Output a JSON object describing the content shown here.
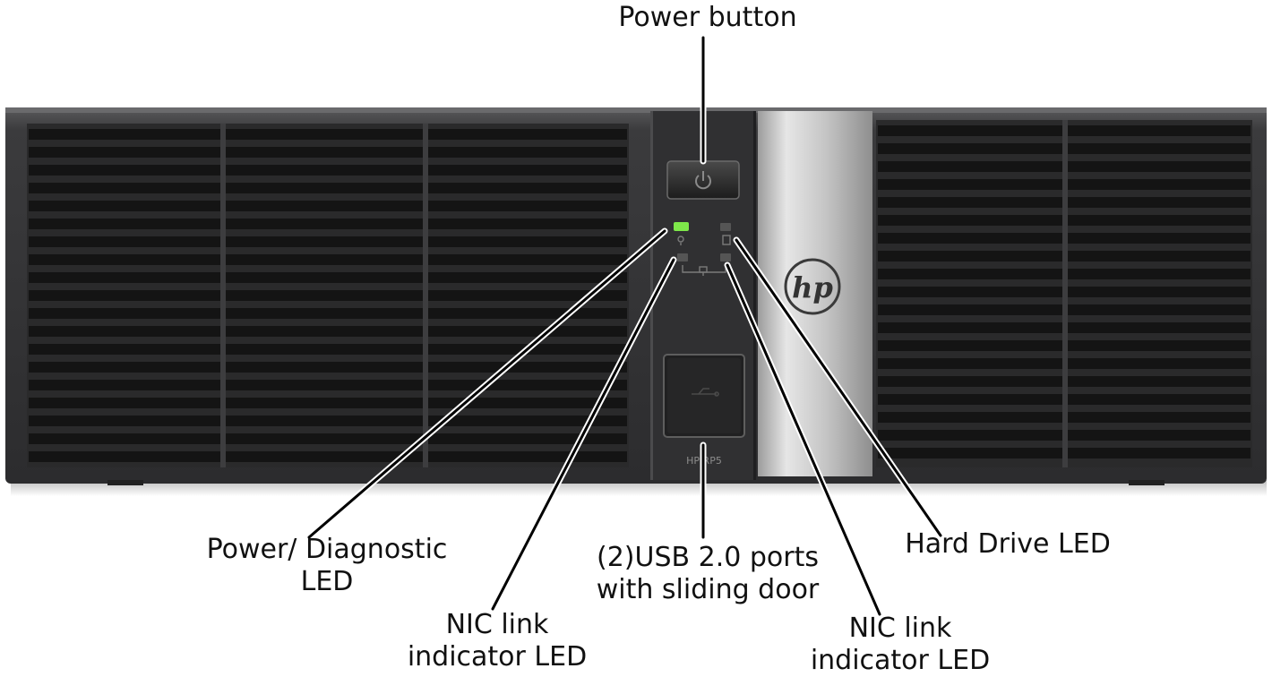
{
  "labels": {
    "power_button": [
      "Power button"
    ],
    "power_diag_led": [
      "Power/ Diagnostic",
      "LED"
    ],
    "nic_led_left": [
      "NIC link",
      "indicator LED"
    ],
    "usb_ports": [
      "(2)USB 2.0 ports",
      "with sliding door"
    ],
    "nic_led_right": [
      "NIC link",
      "indicator LED"
    ],
    "hdd_led": [
      "Hard Drive LED"
    ]
  },
  "device": {
    "logo": "hp",
    "model": "HP RP5"
  },
  "icons": {
    "power": "power-symbol-icon",
    "power_led": "lightbulb-icon",
    "network": "network-icon",
    "hdd": "hard-drive-icon",
    "usb": "usb-icon"
  },
  "colors": {
    "chassis": "#3a3a3c",
    "vent_slot": "#151515",
    "power_led_on": "#7ee84a",
    "silver_panel": "#c9c9c9",
    "leader_line": "#000000"
  }
}
